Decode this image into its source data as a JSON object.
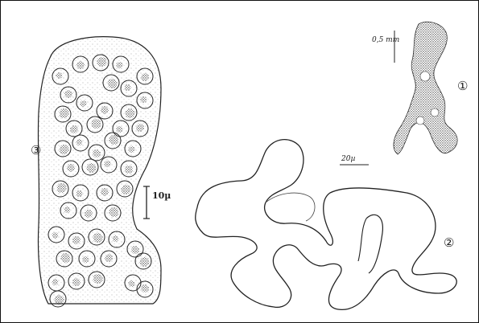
{
  "figures": [
    {
      "id": "1",
      "label": "①"
    },
    {
      "id": "2",
      "label": "②"
    },
    {
      "id": "3",
      "label": "③"
    }
  ],
  "scale_bars": {
    "fig1": "0,5 mm",
    "fig2": "20µ",
    "fig3": "10µ"
  },
  "colors": {
    "ink": "#222222",
    "paper": "#ffffff"
  }
}
